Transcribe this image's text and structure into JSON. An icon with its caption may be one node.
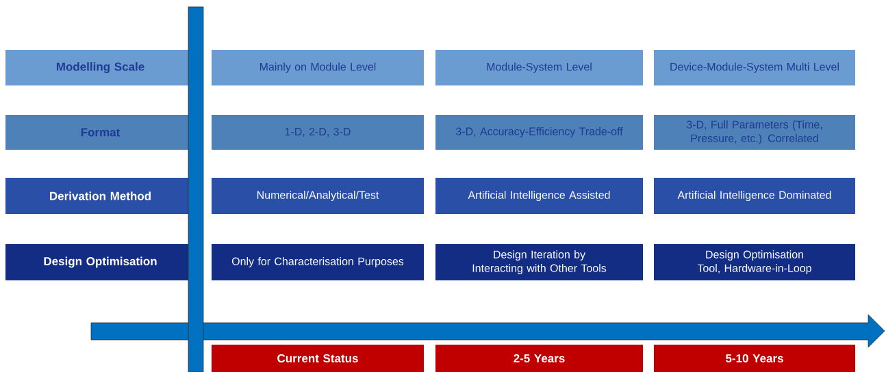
{
  "diagram": {
    "nodes": [
      {
        "text": [
          "Modelling Scale"
        ]
      },
      {
        "text": [
          "Mainly on Module Level"
        ]
      },
      {
        "text": [
          "Module-System Level"
        ]
      },
      {
        "text": [
          "Device-Module-System Multi Level"
        ]
      },
      {
        "text": [
          "Format"
        ]
      },
      {
        "text": [
          "1-D, 2-D, 3-D"
        ]
      },
      {
        "text": [
          "3-D, Accuracy-Efficiency Trade-off"
        ]
      },
      {
        "text": [
          "3-D, Full Parameters (Time, Pressure, etc.) Correlated"
        ]
      },
      {
        "text": [
          "Derivation Method"
        ]
      },
      {
        "text": [
          "Numerical/Analytical/Test"
        ]
      },
      {
        "text": [
          "Artificial Intelligence Assisted"
        ]
      },
      {
        "text": [
          "Artificial Intelligence Dominated"
        ]
      },
      {
        "text": [
          "Design Optimisation"
        ]
      },
      {
        "text": [
          "Only for Characterisation Purposes"
        ]
      },
      {
        "text": [
          "Design Iteration by Interacting with Other Tools"
        ]
      },
      {
        "text": [
          "Design Optimisation Tool, Hardware-in-Loop"
        ]
      },
      {
        "text": [
          "Current Status"
        ]
      },
      {
        "text": [
          "2-5 Years"
        ]
      },
      {
        "text": [
          "5-10 Years"
        ]
      }
    ]
  }
}
